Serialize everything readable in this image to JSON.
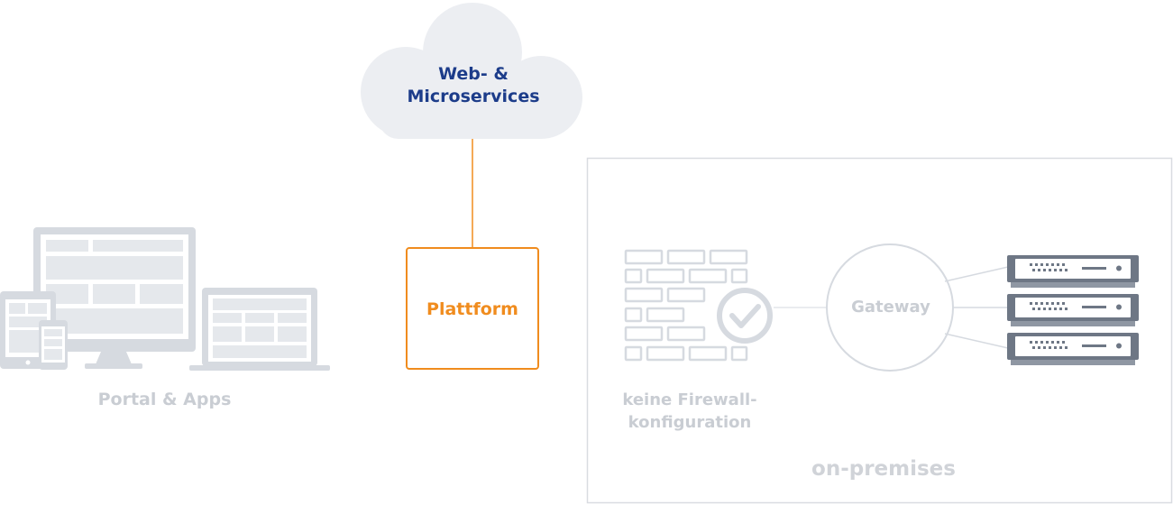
{
  "cloud": {
    "line1": "Web- &",
    "line2": "Microservices"
  },
  "platform": {
    "label": "Plattform"
  },
  "portal": {
    "label": "Portal & Apps"
  },
  "firewall": {
    "line1": "keine Firewall-",
    "line2": "konfiguration"
  },
  "gateway": {
    "label": "Gateway"
  },
  "onpremises": {
    "label": "on-premises"
  },
  "colors": {
    "accent_orange": "#f08c1e",
    "cloud_text_blue": "#1c3c8a",
    "cloud_fill": "#eceef2",
    "muted_gray": "#c9cdd3",
    "server_dark": "#6e7785"
  }
}
